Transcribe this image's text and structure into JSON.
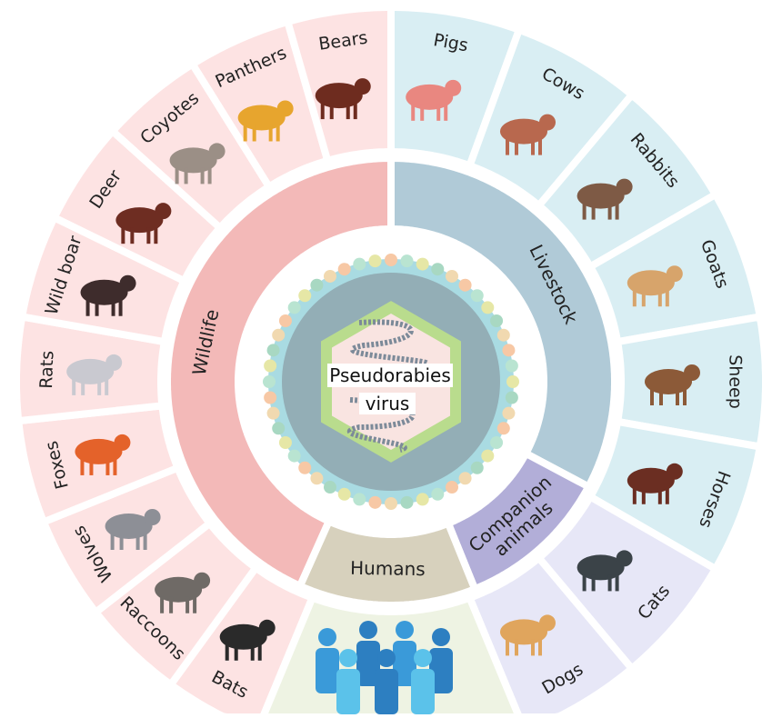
{
  "center": {
    "title_line1": "Pseudorabies",
    "title_line2": "virus"
  },
  "groups": [
    {
      "label": "Livestock",
      "color": "#b0cad7",
      "outer_color": "#d9eef3"
    },
    {
      "label_line1": "Companion",
      "label_line2": "animals",
      "color": "#b2aed8",
      "outer_color": "#e7e7f7"
    },
    {
      "label": "Humans",
      "color": "#d7d1bd",
      "outer_color": "#eef3e3"
    },
    {
      "label": "Wildlife",
      "color": "#f3b9b8",
      "outer_color": "#fde3e3"
    }
  ],
  "livestock": [
    {
      "label": "Pigs",
      "icon": "pig-icon",
      "color": "#e98780"
    },
    {
      "label": "Cows",
      "icon": "cow-icon",
      "color": "#b8684e"
    },
    {
      "label": "Rabbits",
      "icon": "rabbit-icon",
      "color": "#7e5a45"
    },
    {
      "label": "Goats",
      "icon": "goat-icon",
      "color": "#d7a46b"
    },
    {
      "label": "Sheep",
      "icon": "sheep-icon",
      "color": "#8c5a38"
    },
    {
      "label": "Horses",
      "icon": "horse-icon",
      "color": "#6b2e22"
    }
  ],
  "companion": [
    {
      "label": "Cats",
      "icon": "cat-icon",
      "color": "#3b4348"
    },
    {
      "label": "Dogs",
      "icon": "dog-icon",
      "color": "#e0a55d"
    }
  ],
  "humans": {
    "icon": "people-icon",
    "color": "#3a9ad9"
  },
  "wildlife": [
    {
      "label": "Bats",
      "icon": "bat-icon",
      "color": "#2a2a2a"
    },
    {
      "label": "Raccoons",
      "icon": "raccoon-icon",
      "color": "#6f6a66"
    },
    {
      "label": "Wolves",
      "icon": "wolf-icon",
      "color": "#8d8f96"
    },
    {
      "label": "Foxes",
      "icon": "fox-icon",
      "color": "#e4622a"
    },
    {
      "label": "Rats",
      "icon": "rat-icon",
      "color": "#c9c9d0"
    },
    {
      "label": "Wild boar",
      "icon": "wild-boar-icon",
      "color": "#3e2c2c"
    },
    {
      "label": "Deer",
      "icon": "deer-icon",
      "color": "#6e2d22"
    },
    {
      "label": "Coyotes",
      "icon": "coyote-icon",
      "color": "#9b8f86"
    },
    {
      "label": "Panthers",
      "icon": "panther-icon",
      "color": "#e7a52e"
    },
    {
      "label": "Bears",
      "icon": "bear-icon",
      "color": "#6e2c1f"
    }
  ]
}
